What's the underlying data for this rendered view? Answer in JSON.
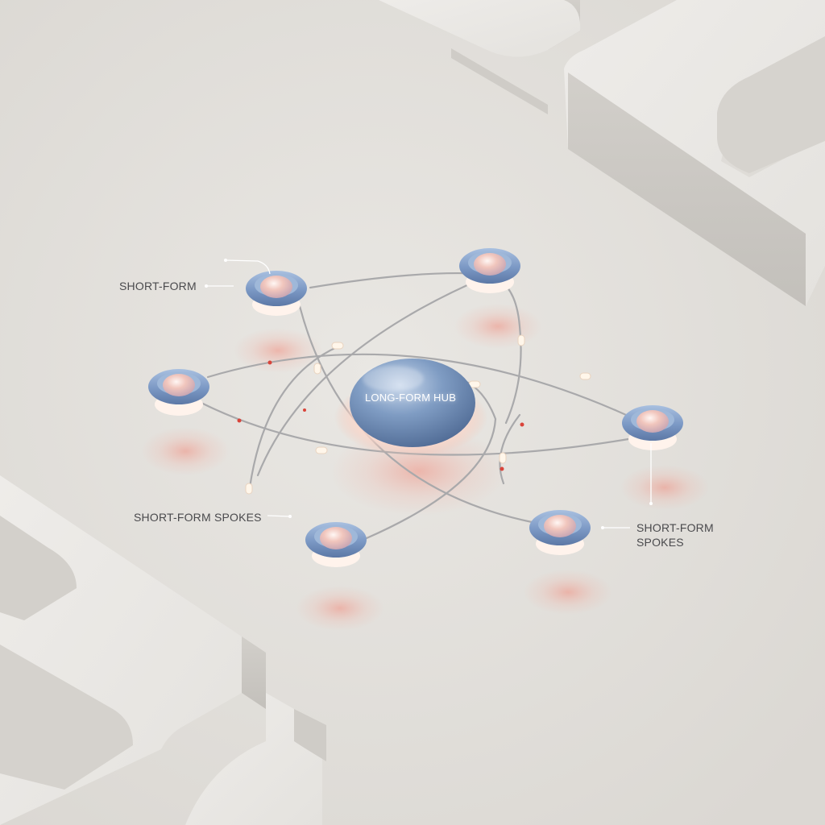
{
  "diagram": {
    "hub": {
      "label": "LONG-FORM HUB",
      "color": "#7f9cc3"
    },
    "annotations": {
      "top_left": "SHORT-FORM",
      "bottom_left": "SHORT-FORM SPOKES",
      "bottom_right": "SHORT-FORM\nSPOKES"
    },
    "colors": {
      "background": "#e2dfda",
      "block": "#e8e6e3",
      "ring": "#7d9cc8",
      "glow": "#f3a89a",
      "connector": "#a9a9ab",
      "accent_dot": "#d9443a"
    }
  }
}
